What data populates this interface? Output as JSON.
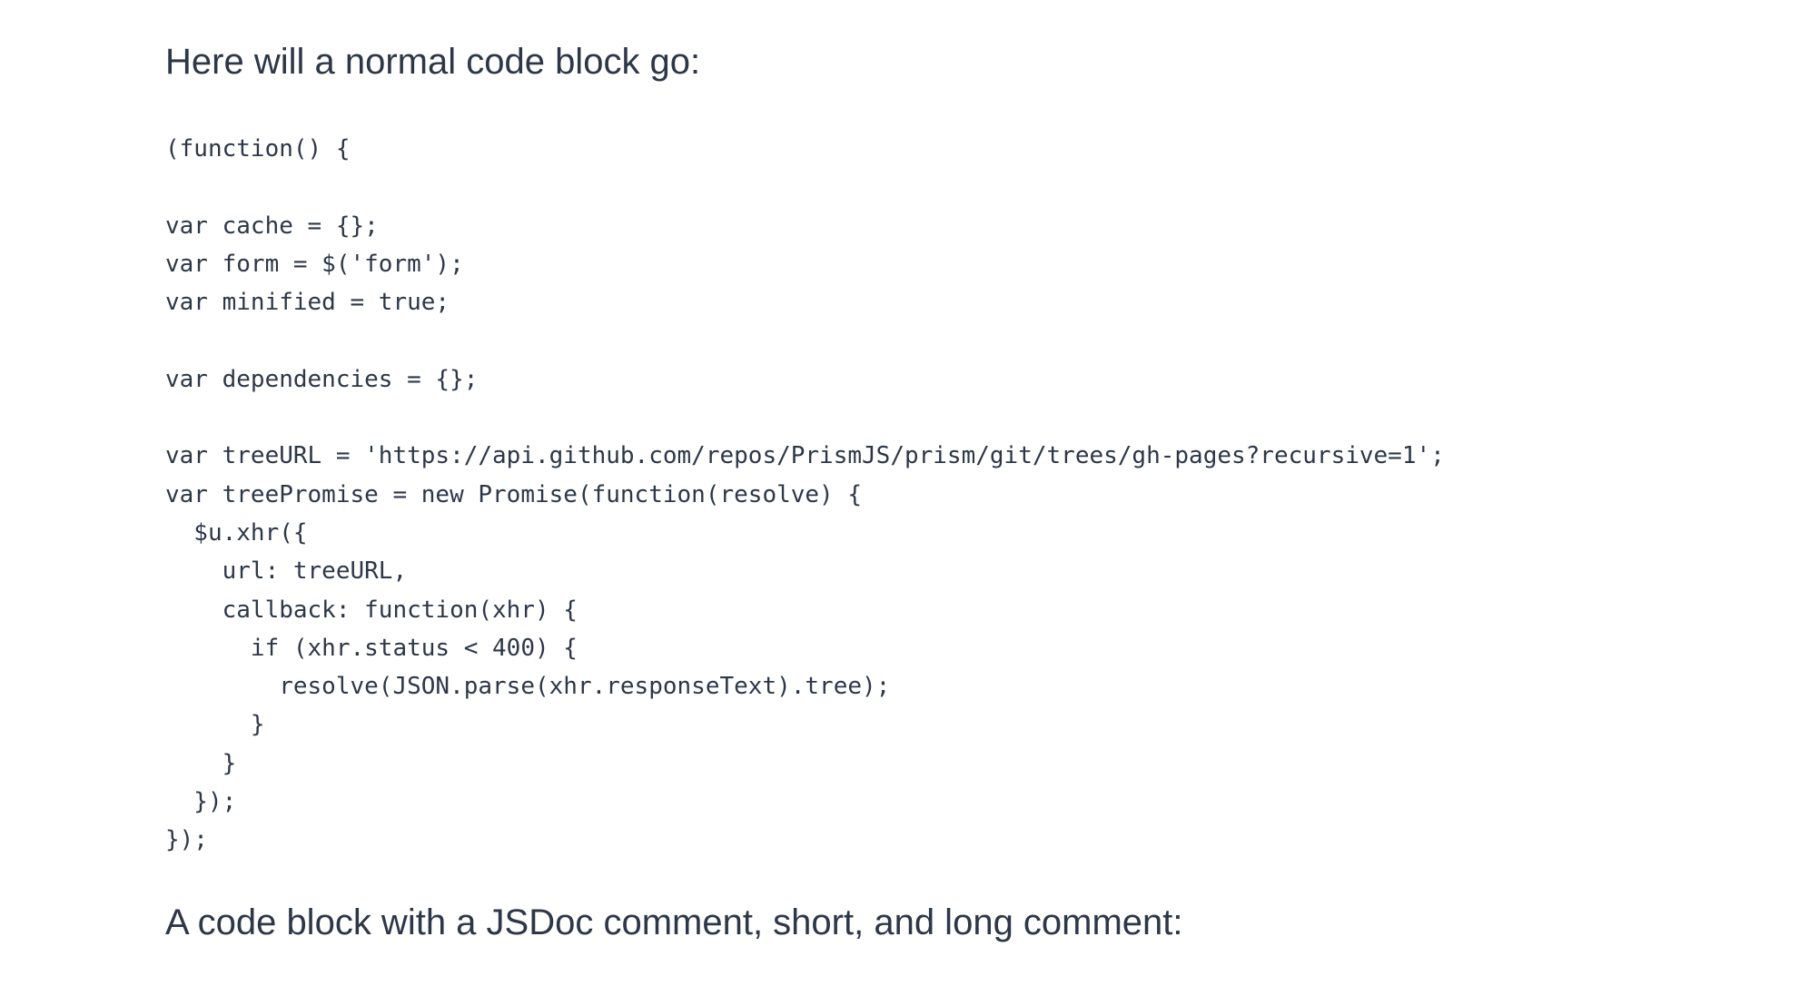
{
  "headings": {
    "normal_code_block": "Here will a normal code block go:",
    "jsdoc_code_block": "A code block with a JSDoc comment, short, and long comment:"
  },
  "code_block": {
    "lines": [
      "(function() {",
      "",
      "var cache = {};",
      "var form = $('form');",
      "var minified = true;",
      "",
      "var dependencies = {};",
      "",
      "var treeURL = 'https://api.github.com/repos/PrismJS/prism/git/trees/gh-pages?recursive=1';",
      "var treePromise = new Promise(function(resolve) {",
      "  $u.xhr({",
      "    url: treeURL,",
      "    callback: function(xhr) {",
      "      if (xhr.status < 400) {",
      "        resolve(JSON.parse(xhr.responseText).tree);",
      "      }",
      "    }",
      "  });",
      "});"
    ]
  }
}
